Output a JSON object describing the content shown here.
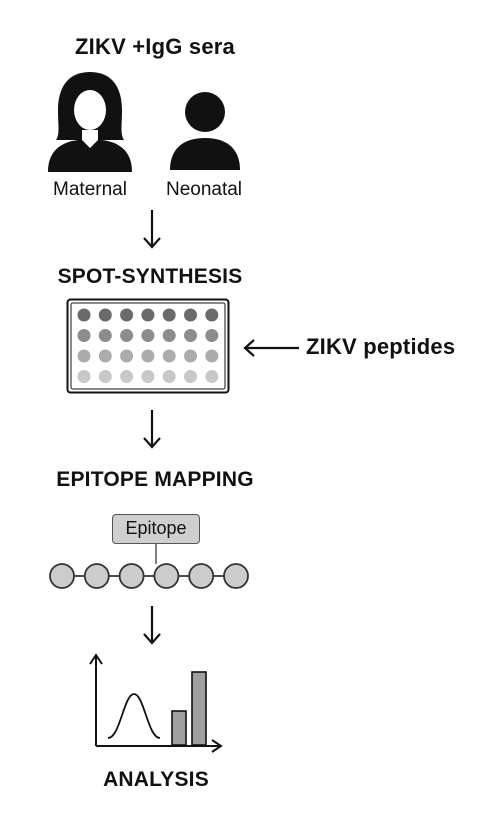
{
  "title": "ZIKV +IgG sera",
  "sources": {
    "maternal_label": "Maternal",
    "neonatal_label": "Neonatal",
    "maternal_icon": "female-person-icon",
    "neonatal_icon": "person-icon"
  },
  "steps": {
    "synthesis": "SPOT-SYNTHESIS",
    "mapping": "EPITOPE MAPPING",
    "analysis": "ANALYSIS"
  },
  "peptides_label": "ZIKV peptides",
  "epitope_label": "Epitope",
  "colors": {
    "ink": "#111111",
    "dot_row_1": "#6a6a6a",
    "dot_row_2": "#8c8c8c",
    "dot_row_3": "#acacac",
    "dot_row_4": "#c8c8c8",
    "bead_fill": "#cccccc",
    "epitope_fill": "#cfcfcf",
    "bar_fill": "#a0a0a0"
  }
}
